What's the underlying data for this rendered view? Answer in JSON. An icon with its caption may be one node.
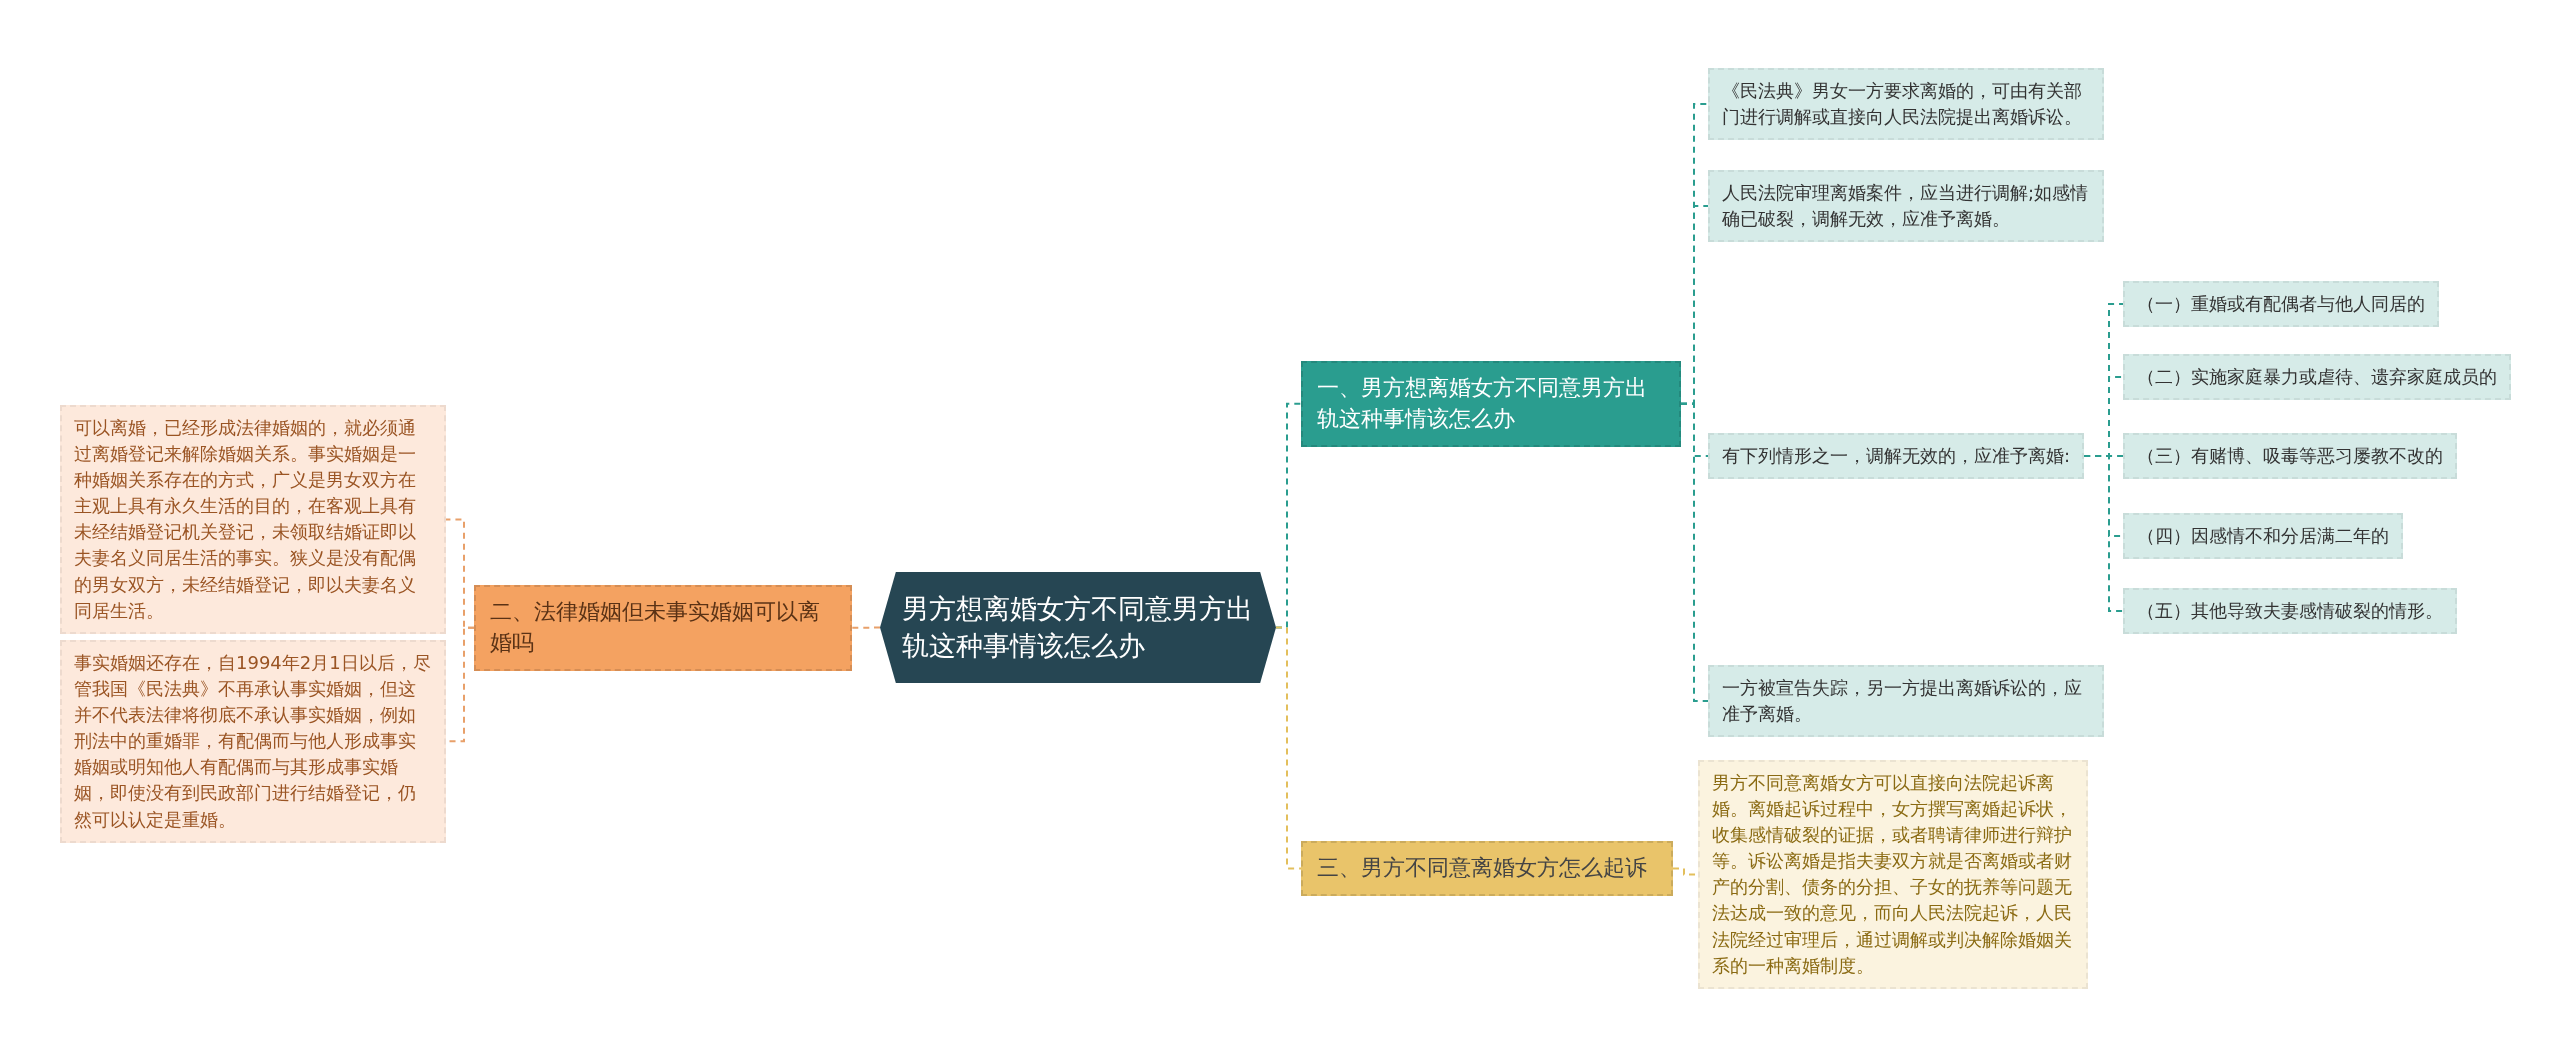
{
  "diagram": {
    "nodes": [
      {
        "text": [
          "男方想离婚女方不同意男方出轨这种事情该怎么办"
        ]
      },
      {
        "text": [
          "一、男方想离婚女方不同意男方出轨这种事情该怎么办"
        ]
      },
      {
        "text": [
          "《民法典》男女一方要求离婚的，可由有关部门进行调解或直接向人民法院提出离婚诉讼。"
        ]
      },
      {
        "text": [
          "人民法院审理离婚案件，应当进行调解;如感情确已破裂，调解无效，应准予离婚。"
        ]
      },
      {
        "text": [
          "有下列情形之一，调解无效的，应准予离婚:"
        ]
      },
      {
        "text": [
          "（一）重婚或有配偶者与他人同居的"
        ]
      },
      {
        "text": [
          "（二）实施家庭暴力或虐待、遗弃家庭成员的"
        ]
      },
      {
        "text": [
          "（三）有赌博、吸毒等恶习屡教不改的"
        ]
      },
      {
        "text": [
          "（四）因感情不和分居满二年的"
        ]
      },
      {
        "text": [
          "（五）其他导致夫妻感情破裂的情形。"
        ]
      },
      {
        "text": [
          "一方被宣告失踪，另一方提出离婚诉讼的，应准予离婚。"
        ]
      },
      {
        "text": [
          "三、男方不同意离婚女方怎么起诉"
        ]
      },
      {
        "text": [
          "男方不同意离婚女方可以直接向法院起诉离婚。离婚起诉过程中，女方撰写离婚起诉状，收集感情破裂的证据，或者聘请律师进行辩护等。诉讼离婚是指夫妻双方就是否离婚或者财产的分割、债务的分担、子女的抚养等问题无法达成一致的意见，而向人民法院起诉，人民法院经过审理后，通过调解或判决解除婚姻关系的一种离婚制度。"
        ]
      },
      {
        "text": [
          "二、法律婚姻但未事实婚姻可以离婚吗"
        ]
      },
      {
        "text": [
          "可以离婚，已经形成法律婚姻的，就必须通过离婚登记来解除婚姻关系。事实婚姻是一种婚姻关系存在的方式，广义是男女双方在主观上具有永久生活的目的，在客观上具有未经结婚登记机关登记，未领取结婚证即以夫妻名义同居生活的事实。狭义是没有配偶的男女双方，未经结婚登记，即以夫妻名义同居生活。"
        ]
      },
      {
        "text": [
          "事实婚姻还存在，自1994年2月1日以后，尽管我国《民法典》不再承认事实婚姻，但这并不代表法律将彻底不承认事实婚姻，例如刑法中的重婚罪，有配偶而与他人形成事实婚姻或明知他人有配偶而与其形成事实婚姻，即使没有到民政部门进行结婚登记，仍然可以认定是重婚。"
        ]
      }
    ],
    "edges": [
      {
        "from": 0,
        "to": 1,
        "arrow": "none",
        "style": "dashed"
      },
      {
        "from": 1,
        "to": 2,
        "arrow": "none",
        "style": "dashed"
      },
      {
        "from": 1,
        "to": 3,
        "arrow": "none",
        "style": "dashed"
      },
      {
        "from": 1,
        "to": 4,
        "arrow": "none",
        "style": "dashed"
      },
      {
        "from": 4,
        "to": 5,
        "arrow": "none",
        "style": "dashed"
      },
      {
        "from": 4,
        "to": 6,
        "arrow": "none",
        "style": "dashed"
      },
      {
        "from": 4,
        "to": 7,
        "arrow": "none",
        "style": "dashed"
      },
      {
        "from": 4,
        "to": 8,
        "arrow": "none",
        "style": "dashed"
      },
      {
        "from": 4,
        "to": 9,
        "arrow": "none",
        "style": "dashed"
      },
      {
        "from": 1,
        "to": 10,
        "arrow": "none",
        "style": "dashed"
      },
      {
        "from": 0,
        "to": 11,
        "arrow": "none",
        "style": "dashed",
        "color": "#e3bf5c"
      },
      {
        "from": 11,
        "to": 12,
        "arrow": "none",
        "style": "dashed",
        "color": "#e3bf5c"
      },
      {
        "from": 0,
        "to": 13,
        "arrow": "none",
        "style": "dashed",
        "color": "#e8a06a"
      },
      {
        "from": 13,
        "to": 14,
        "arrow": "none",
        "style": "dashed",
        "color": "#e8a06a"
      },
      {
        "from": 13,
        "to": 15,
        "arrow": "none",
        "style": "dashed",
        "color": "#e8a06a"
      }
    ]
  }
}
